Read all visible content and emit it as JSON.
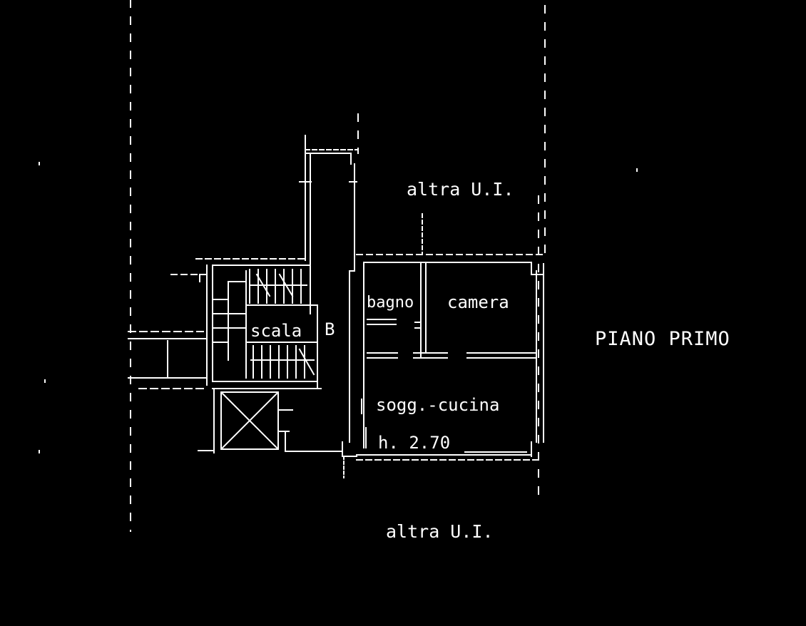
{
  "plan": {
    "floor_label": "PIANO PRIMO",
    "neighbor_unit_top": "altra U.I.",
    "neighbor_unit_bottom": "altra U.I.",
    "rooms": {
      "bathroom": "bagno",
      "bedroom": "camera",
      "stair": "scala",
      "stair_marker": "B",
      "living_kitchen": "sogg.-cucina"
    },
    "ceiling_height": "h. 2.70"
  },
  "colors": {
    "background": "#000000",
    "lines": "#ffffff"
  }
}
